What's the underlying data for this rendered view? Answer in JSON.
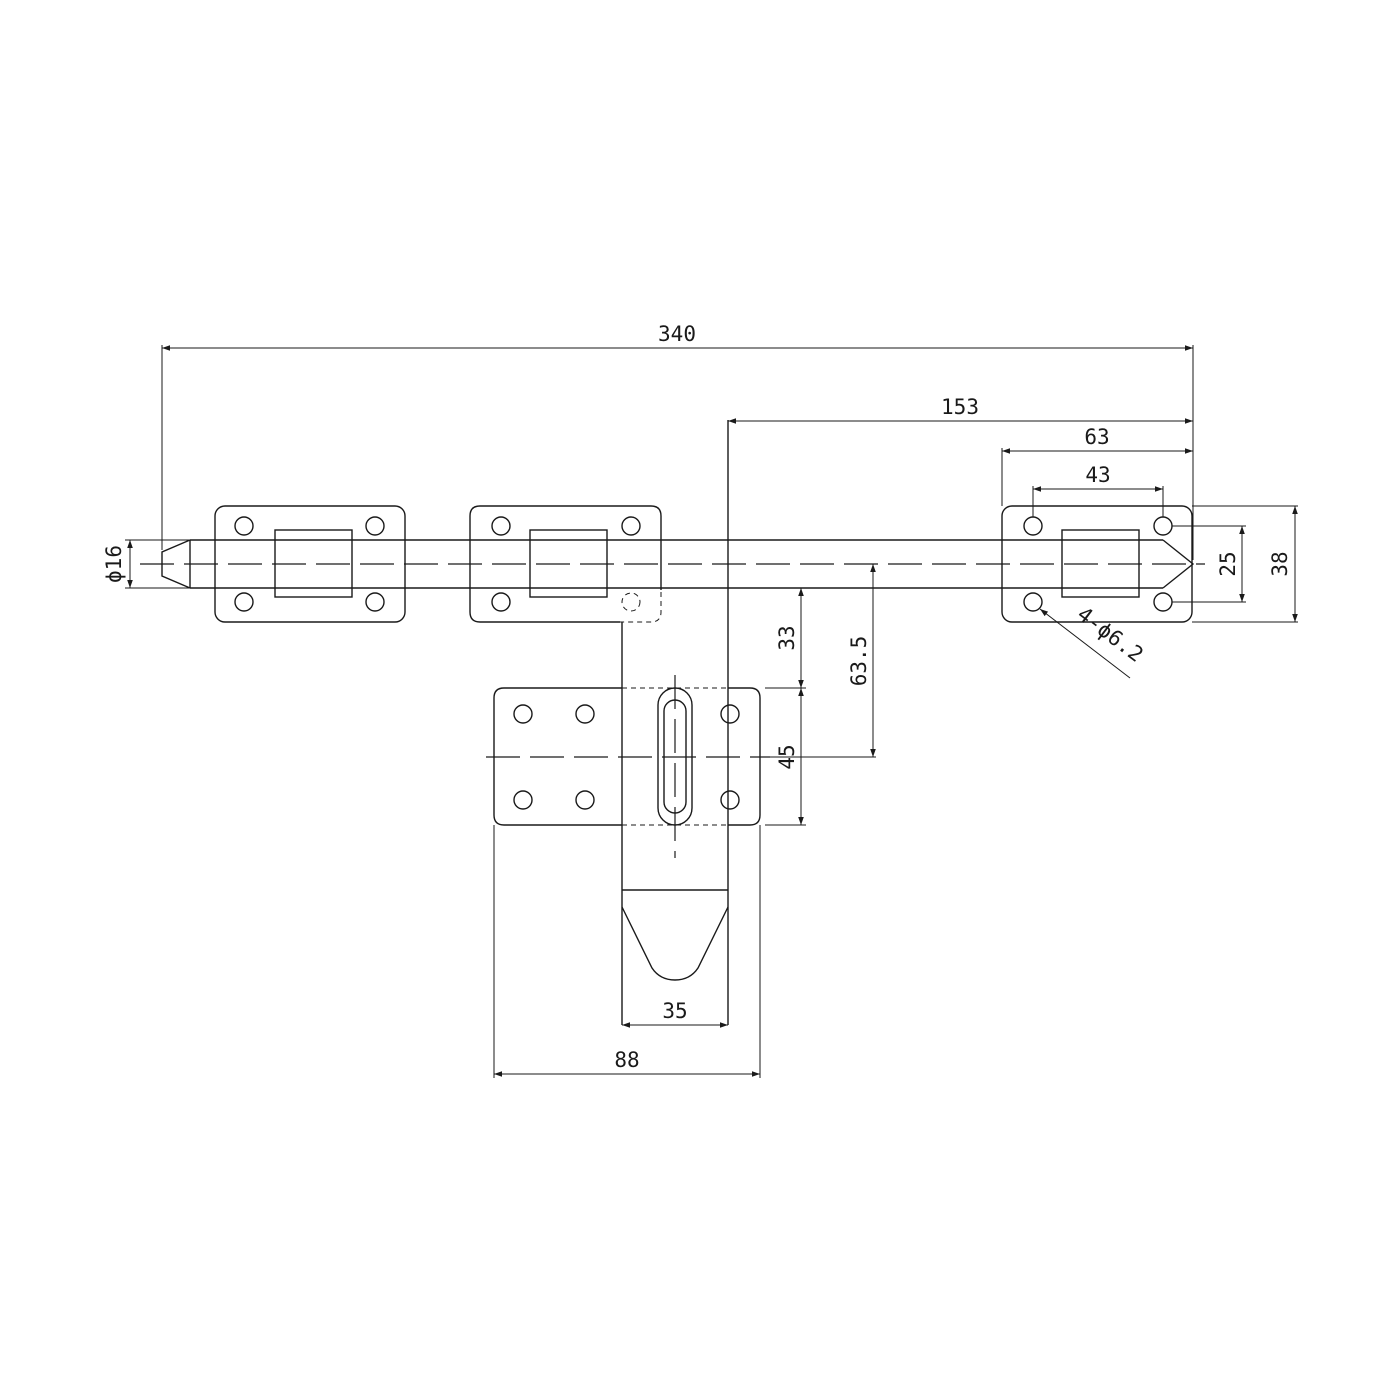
{
  "dimensions": {
    "overall_length": "340",
    "center_to_end": "153",
    "plate_width": "63",
    "hole_spacing_x": "43",
    "rod_diameter": "ϕ16",
    "hole_spacing_y": "25",
    "plate_height": "38",
    "hole_callout": "4-ϕ6.2",
    "hasp_offset": "33",
    "hasp_center": "63.5",
    "hasp_plate_height": "45",
    "hasp_width": "35",
    "hasp_plate_width": "88"
  },
  "colors": {
    "line": "#1a1a1a",
    "background": "#ffffff"
  }
}
